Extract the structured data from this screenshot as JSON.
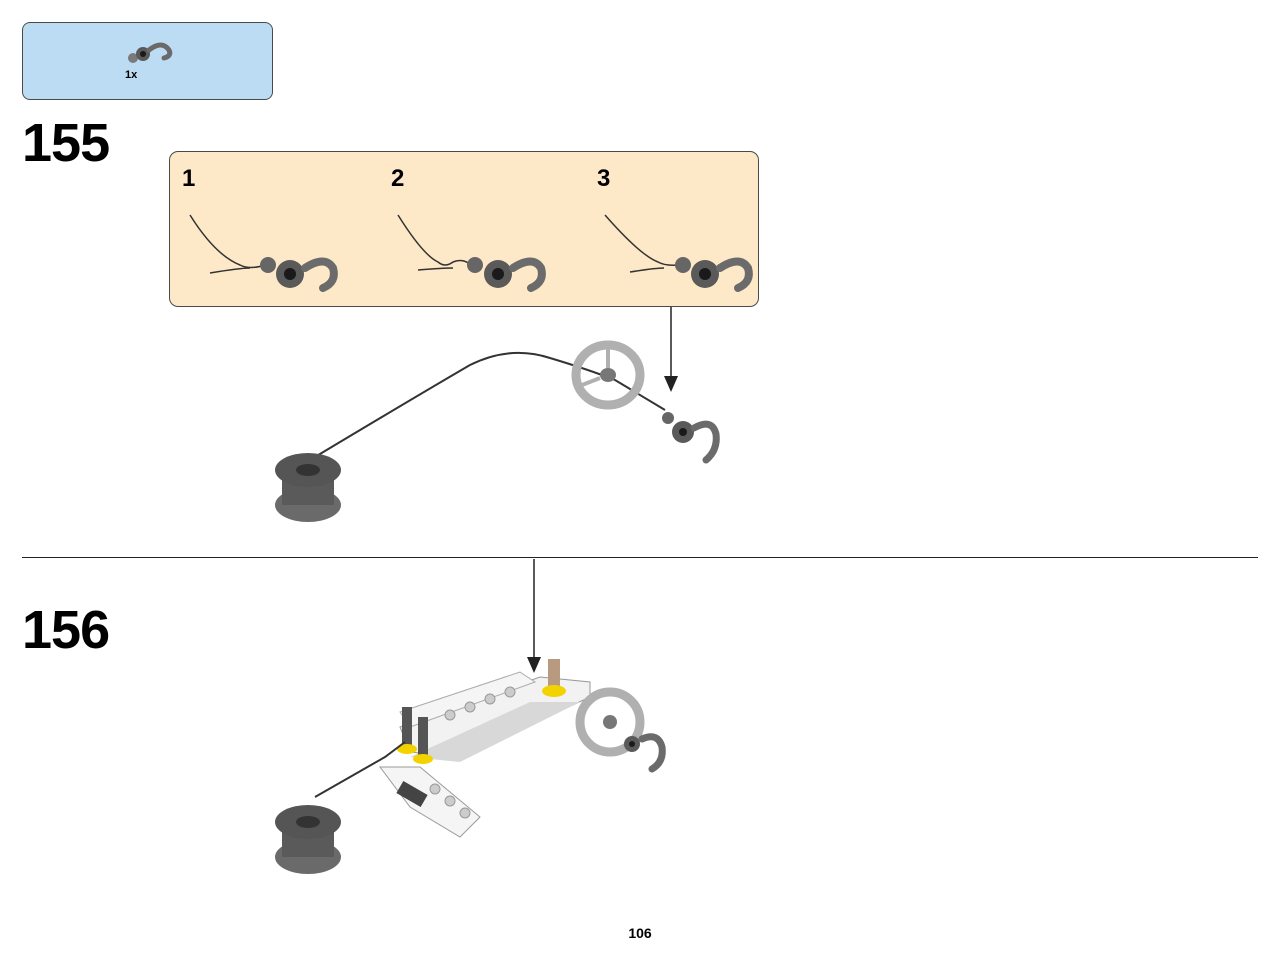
{
  "parts_callout": {
    "quantity": "1x",
    "part_icon": "hook-pin-icon"
  },
  "steps": [
    {
      "number": "155",
      "substeps": [
        "1",
        "2",
        "3"
      ]
    },
    {
      "number": "156"
    }
  ],
  "page_number": "106",
  "colors": {
    "callout_bg": "#bcdcf4",
    "substep_bg": "#fde9c8",
    "part_dark": "#4d4d4d",
    "part_light": "#c9c9c9",
    "highlight": "#f2d300"
  }
}
